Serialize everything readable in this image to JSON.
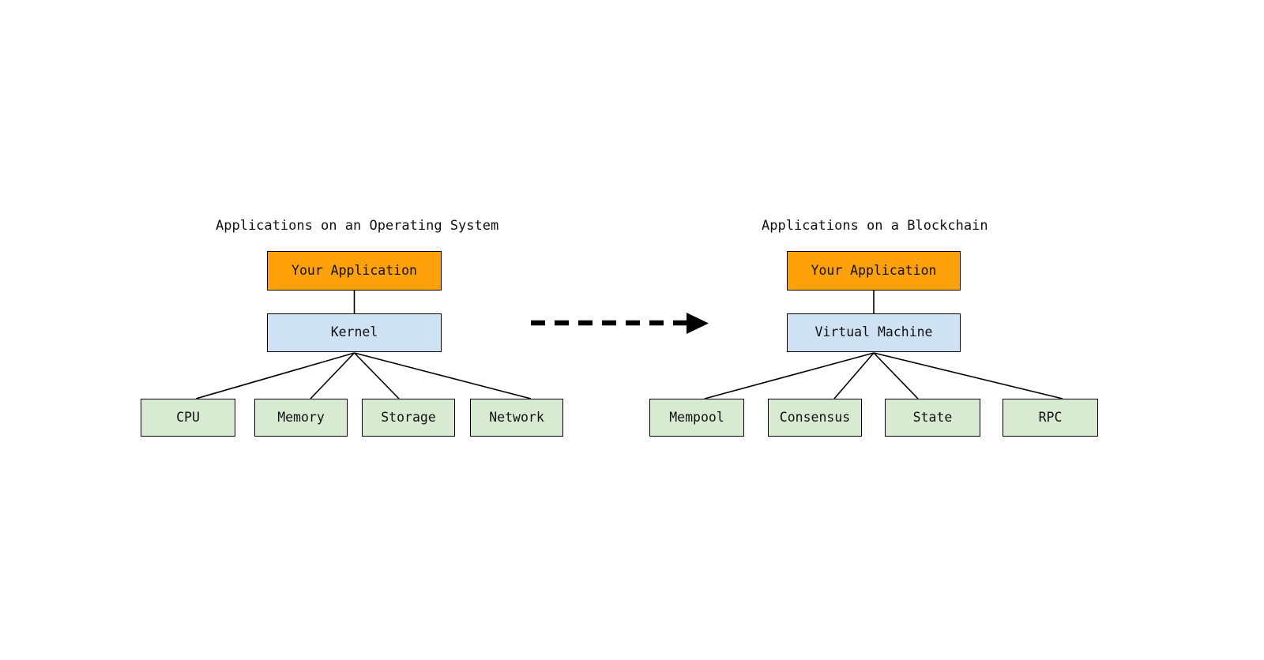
{
  "diagram": {
    "type": "architecture-comparison",
    "background_color": "#ffffff",
    "colors": {
      "application": "#FFA10A",
      "runtime": "#CFE2F3",
      "resource": "#D9EAD3",
      "stroke": "#000000",
      "text": "#111111"
    },
    "panels": [
      {
        "id": "operating-system",
        "title": "Applications on an Operating System",
        "application": {
          "label": "Your Application"
        },
        "runtime": {
          "label": "Kernel"
        },
        "resources": [
          {
            "label": "CPU"
          },
          {
            "label": "Memory"
          },
          {
            "label": "Storage"
          },
          {
            "label": "Network"
          }
        ]
      },
      {
        "id": "blockchain",
        "title": "Applications on a Blockchain",
        "application": {
          "label": "Your Application"
        },
        "runtime": {
          "label": "Virtual Machine"
        },
        "resources": [
          {
            "label": "Mempool"
          },
          {
            "label": "Consensus"
          },
          {
            "label": "State"
          },
          {
            "label": "RPC"
          }
        ]
      }
    ],
    "connector": {
      "name": "dashed-arrow",
      "style": "dashed",
      "direction": "left-to-right",
      "arrowhead": "filled-triangle"
    }
  }
}
